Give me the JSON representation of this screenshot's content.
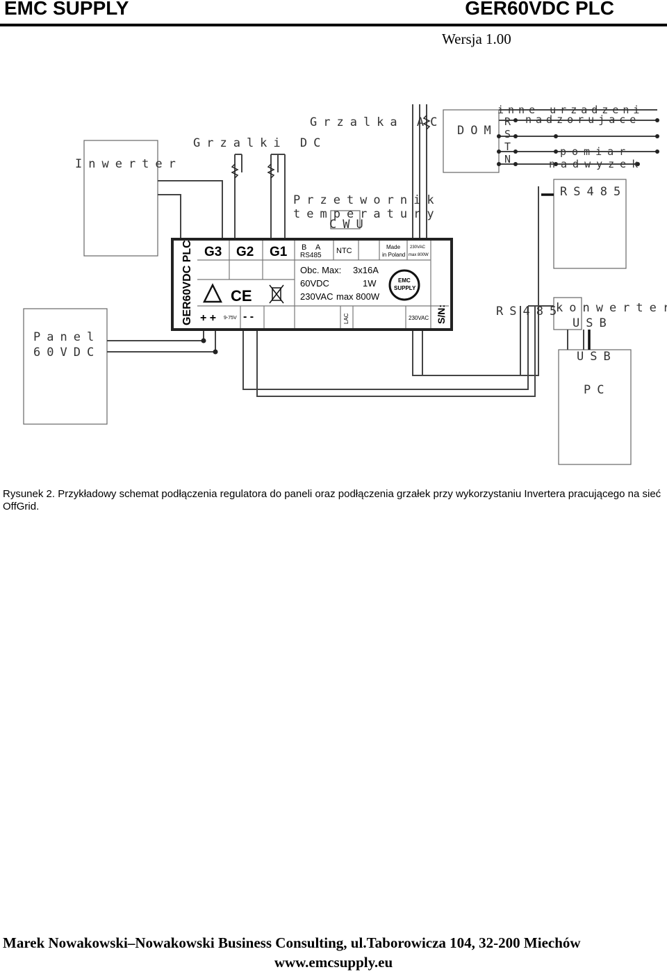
{
  "header": {
    "brand": "EMC SUPPLY",
    "product": "GER60VDC PLC",
    "version": "Wersja 1.00"
  },
  "diagram": {
    "labels": {
      "inwerter": "Inwerter",
      "grzalki_dc": "Grzalki DC",
      "grzalka_ac": "Grzalka AC",
      "dom": "DOM",
      "inne_line1": "inne urzadzeni",
      "inne_line2": "nadzorujace",
      "phase_r": "R",
      "phase_s": "S",
      "phase_t": "T",
      "phase_n": "N",
      "pomiar": "pomiar",
      "nadwyzek": "nadwyzek",
      "rs485_top": "RS485",
      "przetwornik_line1": "Przetwornik",
      "przetwornik_line2": "temperatury",
      "przetwornik_line3": "CWU",
      "panel_line1": "Panel",
      "panel_line2": "60VDC",
      "rs485_mid": "RS485",
      "konwerter_line1": "konwerter",
      "konwerter_line2": "USB",
      "usb": "USB",
      "pc": "PC"
    },
    "device": {
      "model": "GER60VDC PLC",
      "g3": "G3",
      "g2": "G2",
      "g1": "G1",
      "b": "B",
      "a": "A",
      "rs485": "RS485",
      "ntc": "NTC",
      "made_line1": "Made",
      "made_line2": "in Poland",
      "rating_230": "230VAC",
      "rating_max": "max 800W",
      "obc_max": "Obc. Max:",
      "obc_3x16a": "3x16A",
      "obc_60vdc": "60VDC",
      "obc_1w": "1W",
      "obc_230vac": "230VAC",
      "obc_max800": "max 800W",
      "emc_line1": "EMC",
      "emc_line2": "SUPPLY",
      "ce": "CE",
      "plus": "+ +",
      "volt_range": "9-75V",
      "minus": "- -",
      "lac": "LAC",
      "bottom_230": "230VAC",
      "sn": "S/N:"
    }
  },
  "caption": "Rysunek 2. Przykładowy schemat podłączenia regulatora do paneli oraz podłączenia grzałek przy wykorzystaniu Invertera pracującego na sieć OffGrid.",
  "footer": {
    "line1": "Marek Nowakowski–Nowakowski Business Consulting, ul.Taborowicza 104, 32-200 Miechów",
    "line2": "www.emcsupply.eu"
  }
}
